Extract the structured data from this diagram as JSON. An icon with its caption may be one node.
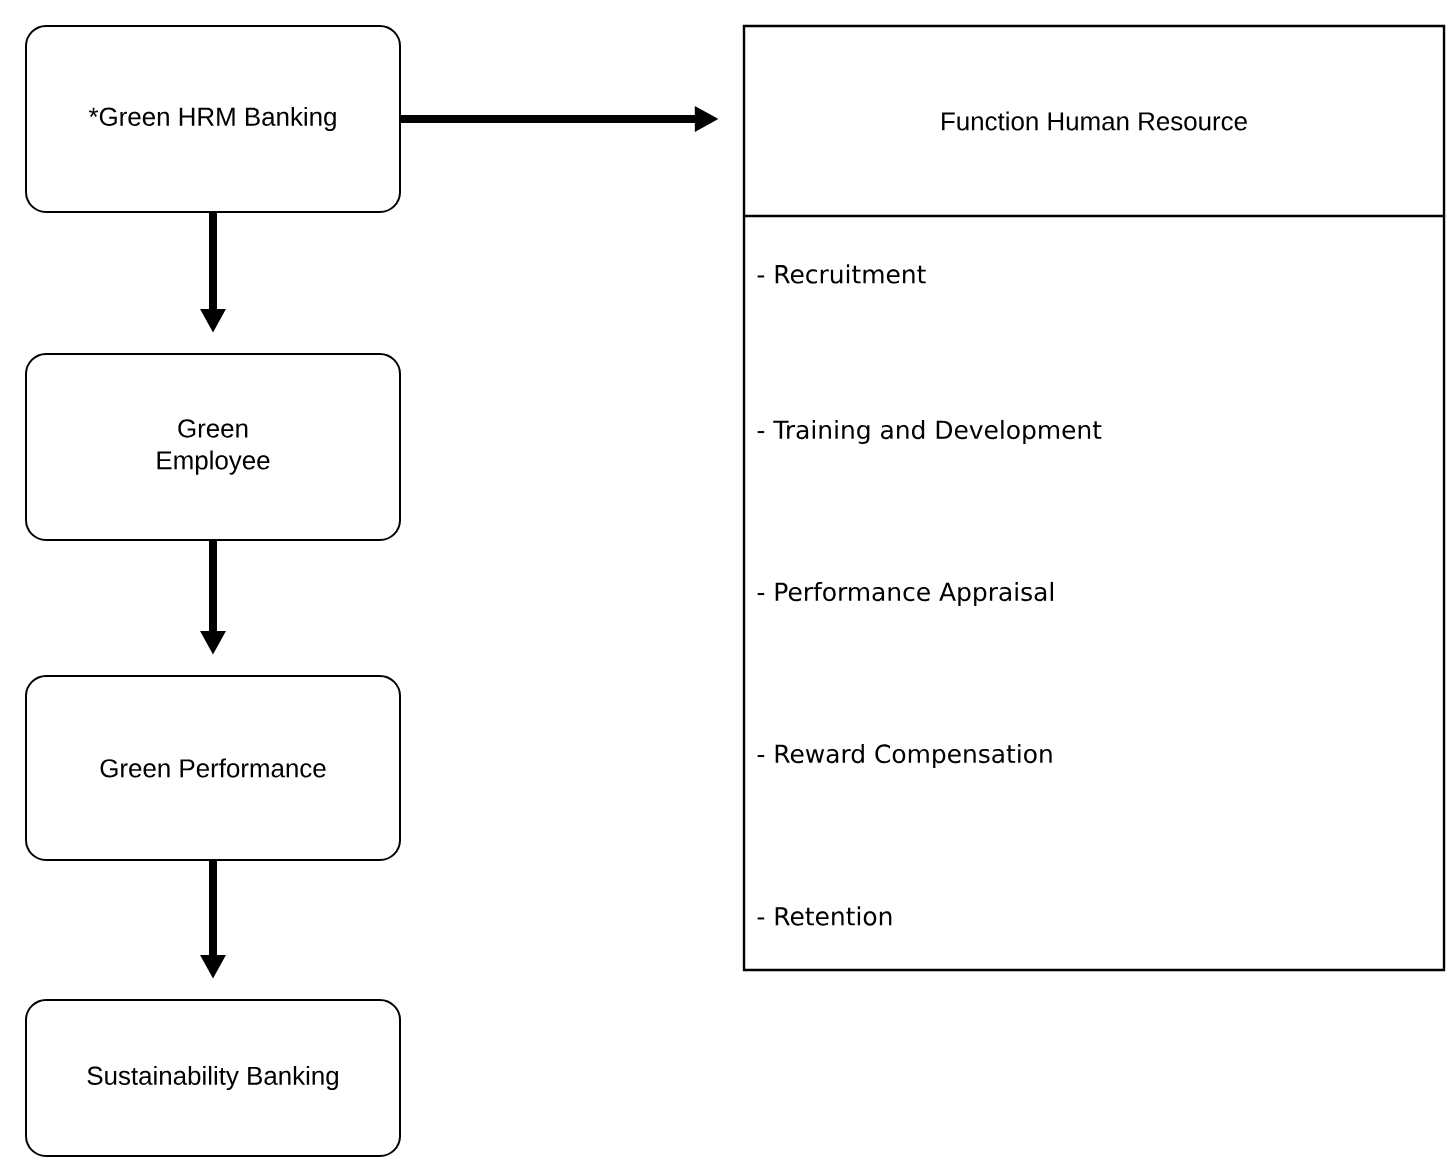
{
  "diagram": {
    "nodes": [
      {
        "text": [
          "*Green HRM Banking"
        ]
      },
      {
        "text": [
          "Green Employee"
        ]
      },
      {
        "text": [
          "Green Performance"
        ]
      },
      {
        "text": [
          "Sustainability Banking"
        ]
      },
      {
        "text": [
          "Function Human Resource",
          "- Recruitment",
          "- Training and Development",
          "- Performance Appraisal",
          "- Reward Compensation",
          "- Retention"
        ]
      }
    ],
    "edges": [
      {
        "from": 0,
        "to": 4,
        "arrow": "to"
      },
      {
        "from": 0,
        "to": 1,
        "arrow": "to"
      },
      {
        "from": 1,
        "to": 2,
        "arrow": "to"
      },
      {
        "from": 2,
        "to": 3,
        "arrow": "to"
      }
    ]
  }
}
